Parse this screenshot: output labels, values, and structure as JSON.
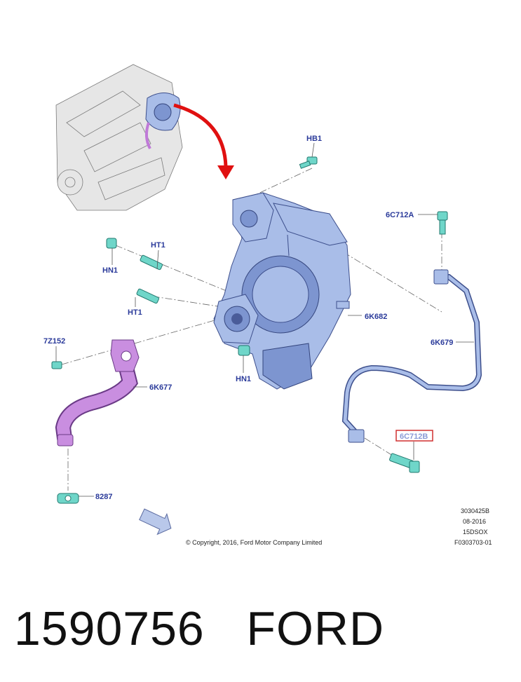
{
  "labels": {
    "hb1": "HB1",
    "c712a": "6C712A",
    "ht1_top": "HT1",
    "hn1_top": "HN1",
    "ht1_bottom": "HT1",
    "k682": "6K682",
    "z152": "7Z152",
    "k679": "6K679",
    "hn1_bottom": "HN1",
    "k677": "6K677",
    "c712b": "6C712B",
    "p8287": "8287"
  },
  "meta": {
    "line1": "3030425B",
    "line2": "08-2016",
    "line3": "15DSOX",
    "line4": "F0303703-01",
    "copyright": "© Copyright, 2016, Ford Motor Company Limited"
  },
  "footer": {
    "part_number": "1590756",
    "brand": "FORD"
  },
  "colors": {
    "label_blue": "#2a3a9a",
    "highlight_red": "#d03030",
    "arrow_red": "#e01010"
  }
}
